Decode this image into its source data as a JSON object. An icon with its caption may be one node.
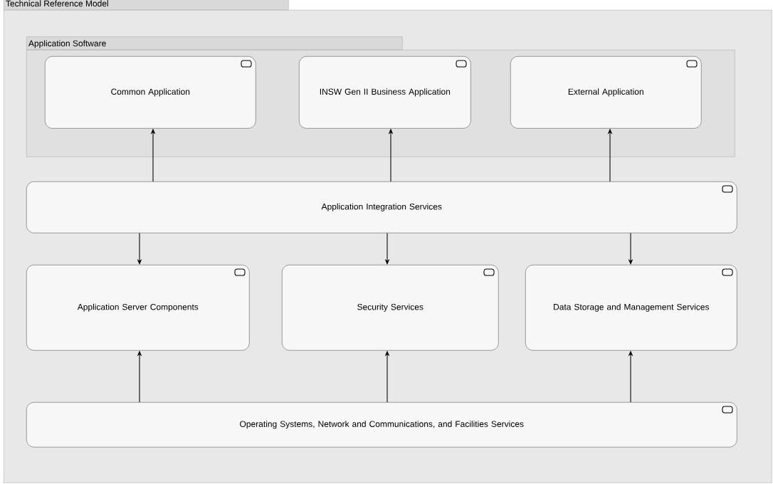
{
  "diagram": {
    "nodes": [
      {
        "text": [
          "Technical Reference Model"
        ]
      },
      {
        "text": [
          "Application Software"
        ],
        "in": 0
      },
      {
        "text": [
          "Common Application"
        ],
        "in": 1
      },
      {
        "text": [
          "INSW Gen II Business Application"
        ],
        "in": 1
      },
      {
        "text": [
          "External Application"
        ],
        "in": 1
      },
      {
        "text": [
          "Application Integration Services"
        ],
        "in": 0
      },
      {
        "text": [
          "Application Server Components"
        ],
        "in": 0
      },
      {
        "text": [
          "Security Services"
        ],
        "in": 0
      },
      {
        "text": [
          "Data Storage and Management Services"
        ],
        "in": 0
      },
      {
        "text": [
          "Operating Systems, Network and Communications, and Facilities Services"
        ],
        "in": 0
      }
    ],
    "edges": [
      {
        "from": 5,
        "to": 2,
        "arrow": "to"
      },
      {
        "from": 5,
        "to": 3,
        "arrow": "to"
      },
      {
        "from": 5,
        "to": 4,
        "arrow": "to"
      },
      {
        "from": 5,
        "to": 6,
        "arrow": "to"
      },
      {
        "from": 5,
        "to": 7,
        "arrow": "to"
      },
      {
        "from": 5,
        "to": 8,
        "arrow": "to"
      },
      {
        "from": 9,
        "to": 6,
        "arrow": "to"
      },
      {
        "from": 9,
        "to": 7,
        "arrow": "to"
      },
      {
        "from": 9,
        "to": 8,
        "arrow": "to"
      }
    ]
  }
}
